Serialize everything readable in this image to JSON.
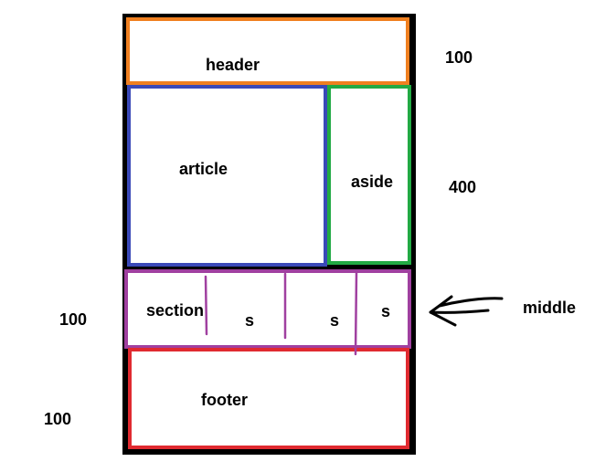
{
  "blocks": {
    "header": "header",
    "article": "article",
    "aside": "aside",
    "section": "section",
    "s1": "s",
    "s2": "s",
    "s3": "s",
    "footer": "footer"
  },
  "heights": {
    "header": "100",
    "main": "400",
    "section": "100",
    "footer": "100"
  },
  "annotation": {
    "label": "middle",
    "arrow_icon": "hand-drawn-arrow-left-icon"
  },
  "colors": {
    "frame": "#000000",
    "header": "#f08020",
    "article": "#3a49b8",
    "aside": "#22aa44",
    "section": "#a040a0",
    "footer": "#e02a30",
    "arrow": "#000000"
  }
}
